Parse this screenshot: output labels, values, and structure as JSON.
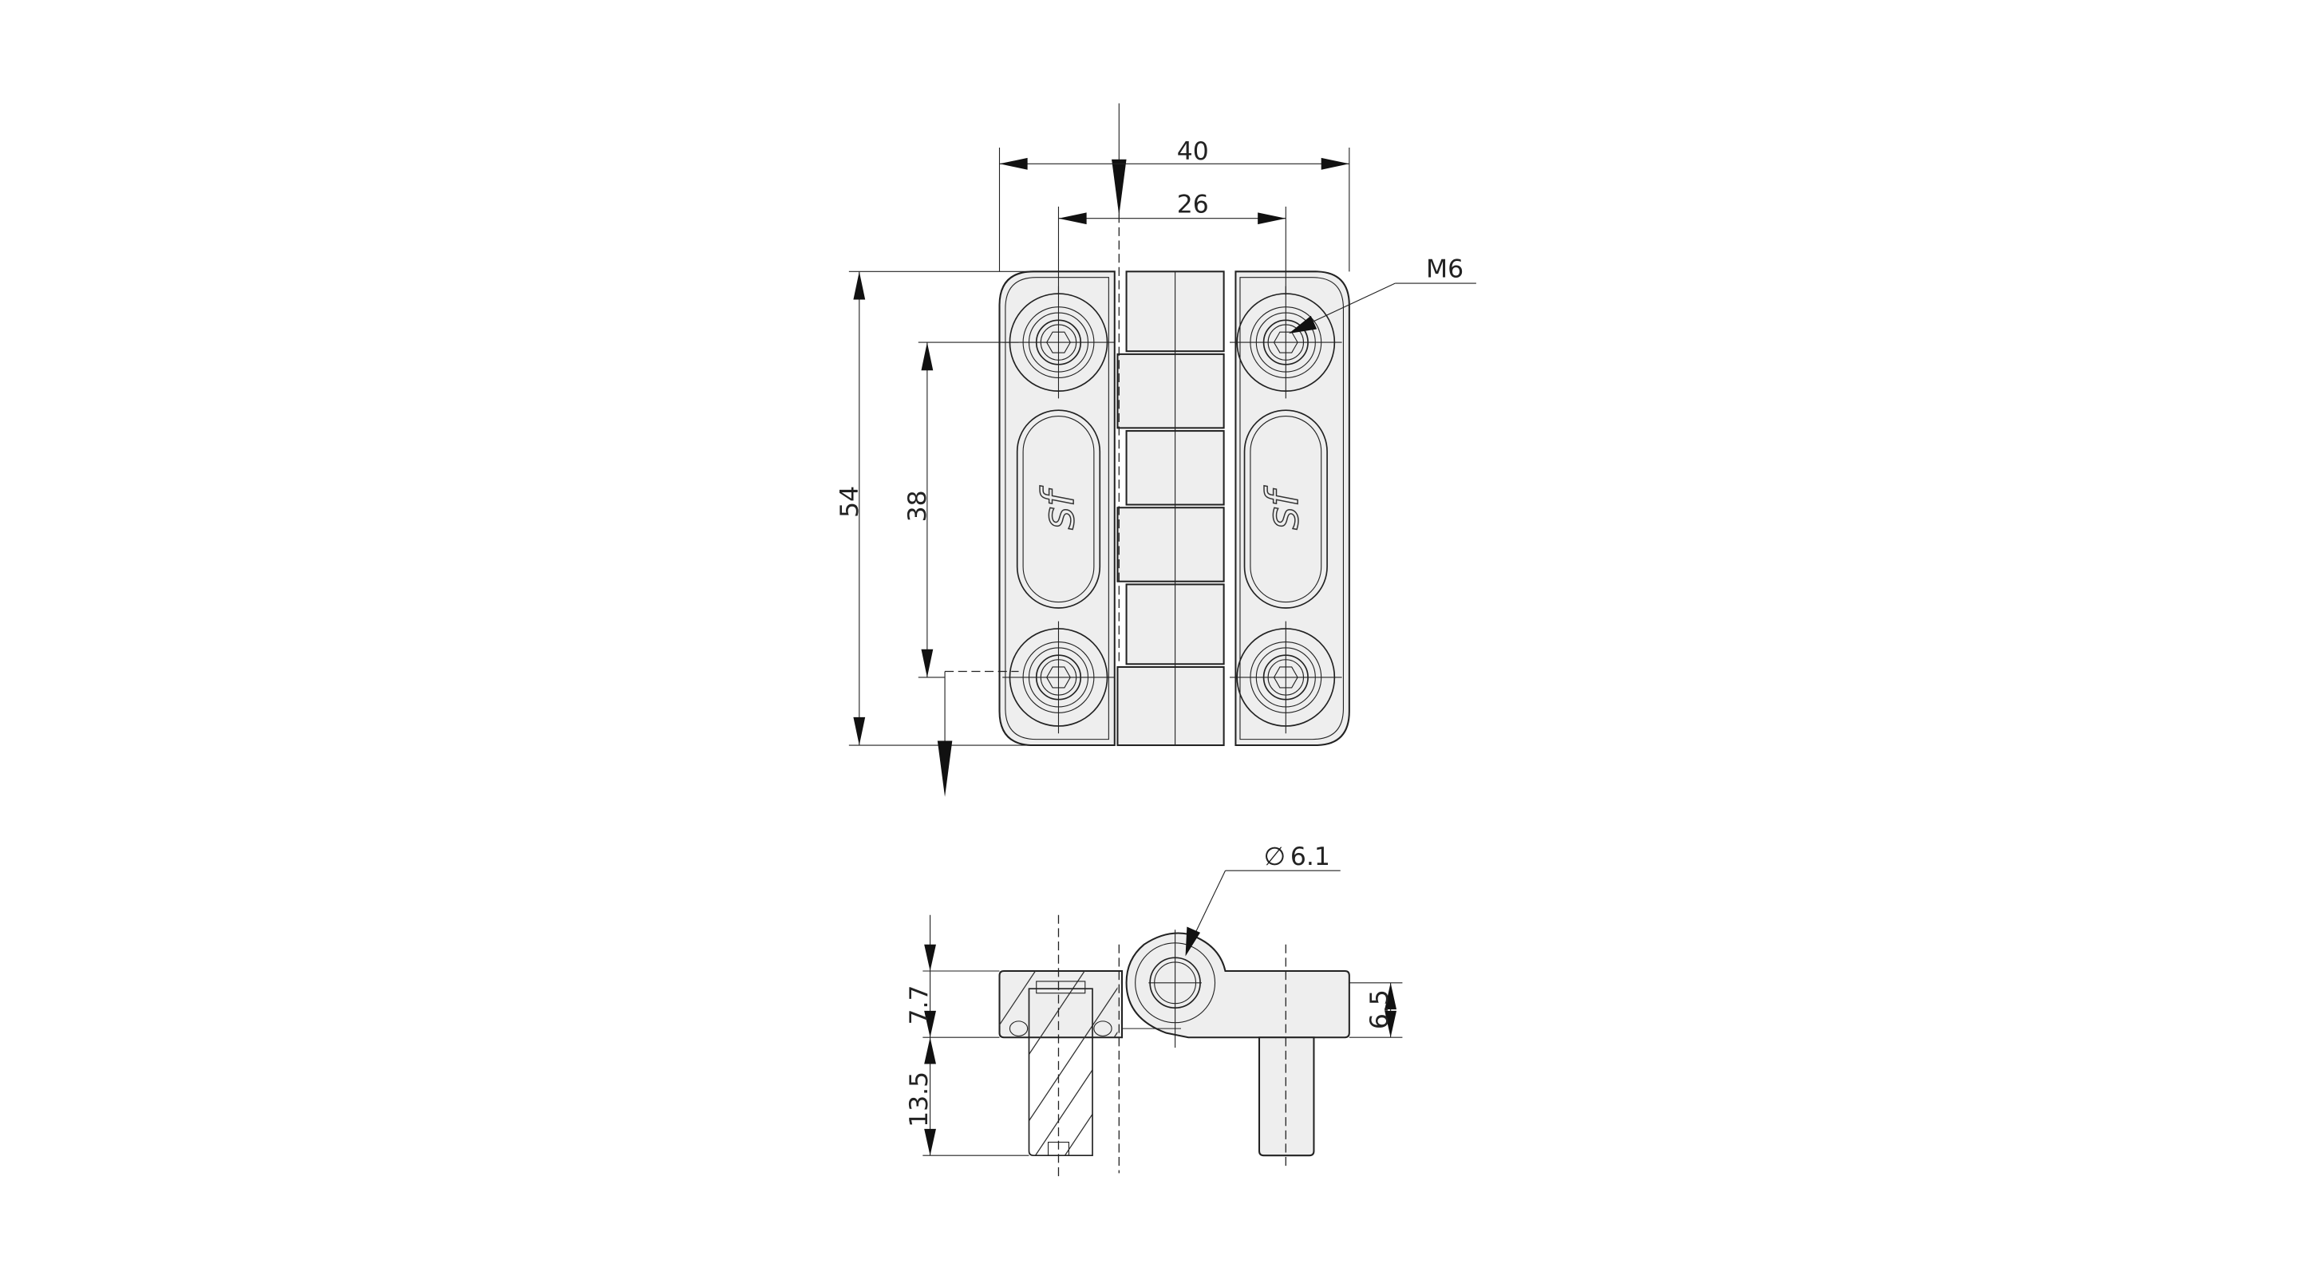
{
  "drawing": {
    "top_view": {
      "dim_width_total": "40",
      "dim_hole_spacing_horizontal": "26",
      "dim_height_total": "54",
      "dim_hole_spacing_vertical": "38",
      "thread_callout": "M6",
      "logo_text": "sf"
    },
    "side_view": {
      "diameter_symbol": "∅",
      "dim_pin_diameter": "6.1",
      "dim_leaf_thickness": "7.7",
      "dim_screw_length": "13.5",
      "dim_arm_thickness": "6.5"
    }
  }
}
